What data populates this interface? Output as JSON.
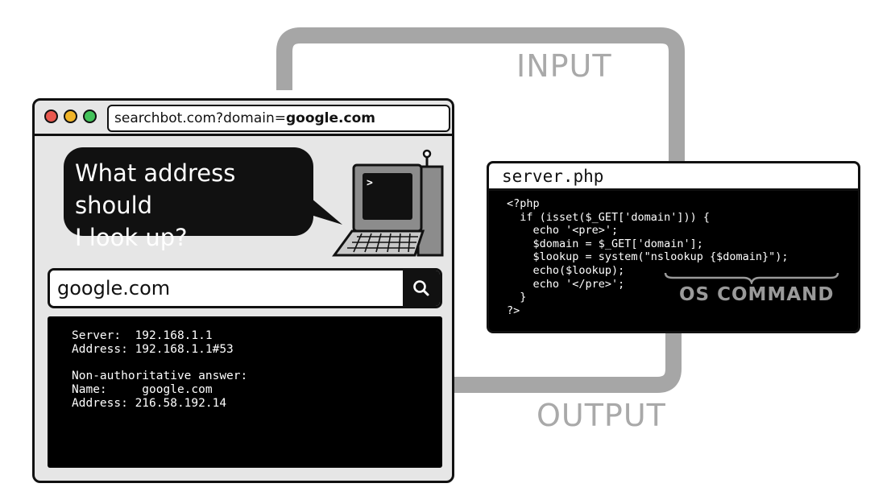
{
  "flow": {
    "input_label": "INPUT",
    "output_label": "OUTPUT"
  },
  "browser": {
    "url_host": "searchbot.com",
    "url_query": "?domain=",
    "url_value": "google.com",
    "bubble_line1": "What address should",
    "bubble_line2": "I look up?",
    "terminal_prompt": ">",
    "search_value": "google.com",
    "result": {
      "line1": "Server:  192.168.1.1",
      "line2": "Address: 192.168.1.1#53",
      "line3": "Non-authoritative answer:",
      "line4": "Name:     google.com",
      "line5": "Address: 216.58.192.14"
    }
  },
  "server": {
    "title": "server.php",
    "code": [
      "<?php",
      "  if (isset($_GET['domain'])) {",
      "    echo '<pre>';",
      "    $domain = $_GET['domain'];",
      "    $lookup = system(\"nslookup {$domain}\");",
      "    echo($lookup);",
      "    echo '</pre>';",
      "  }",
      "?>"
    ],
    "annotation": "OS COMMAND"
  },
  "colors": {
    "arrow": "#a6a6a6",
    "dot_red": "#e8584f",
    "dot_yellow": "#f0b429",
    "dot_green": "#43c25a",
    "panel": "#000000"
  }
}
